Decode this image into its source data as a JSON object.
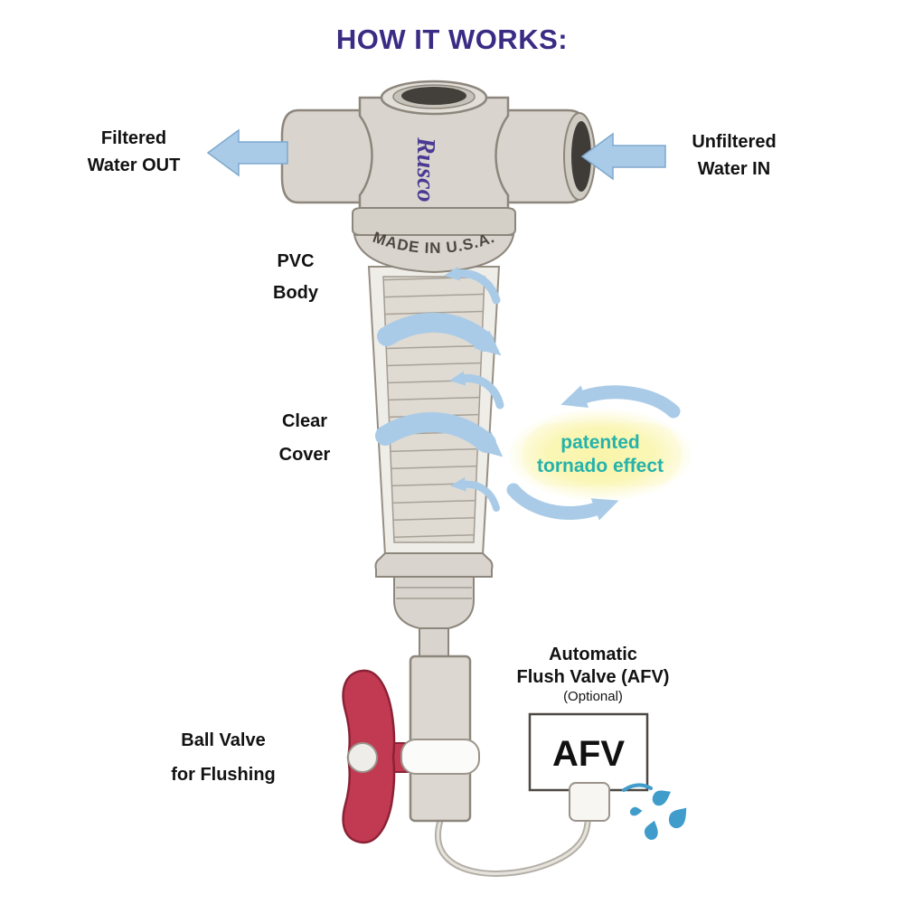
{
  "title": {
    "text": "HOW IT WORKS:"
  },
  "device": {
    "brand": "Rusco",
    "made_in": "MADE IN U.S.A."
  },
  "callouts": {
    "filtered_out": {
      "line1": "Filtered",
      "line2": "Water OUT"
    },
    "unfiltered_in": {
      "line1": "Unfiltered",
      "line2": "Water IN"
    },
    "pvc_body": {
      "line1": "PVC",
      "line2": "Body"
    },
    "clear_cover": {
      "line1": "Clear",
      "line2": "Cover"
    },
    "tornado_effect": {
      "line1": "patented",
      "line2": "tornado effect"
    },
    "ball_valve": {
      "line1": "Ball Valve",
      "line2": "for Flushing"
    },
    "afv": {
      "line1": "Automatic",
      "line2": "Flush Valve (AFV)",
      "line3": "(Optional)",
      "box_label": "AFV"
    }
  },
  "colors": {
    "title_purple": "#3a2b85",
    "brand_purple": "#4a3a93",
    "tornado_teal": "#25b2aa",
    "tornado_glow_yellow": "#f9f4a6",
    "arrow_blue": "#a9cbe7",
    "water_drop_blue": "#3f9ccb",
    "valve_handle_red": "#c23a52",
    "body_gray": "#d9d5ce"
  }
}
